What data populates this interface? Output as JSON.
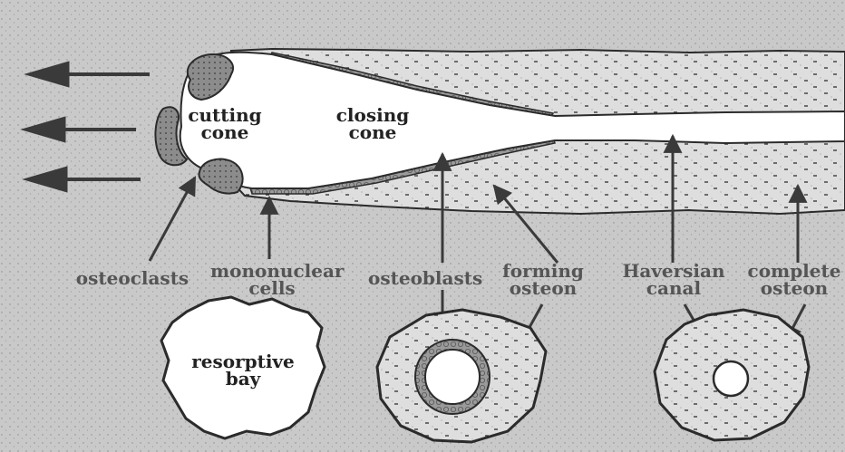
{
  "labels": {
    "cutting_cone": [
      "cutting",
      "cone"
    ],
    "closing_cone": [
      "closing",
      "cone"
    ],
    "osteoclasts": "osteoclasts",
    "mononuclear_cells": [
      "mononuclear",
      "cells"
    ],
    "osteoblasts": "osteoblasts",
    "forming_osteon": [
      "forming",
      "osteon"
    ],
    "haversian_canal": [
      "Haversian",
      "canal"
    ],
    "complete_osteon": [
      "complete",
      "osteon"
    ],
    "resorptive_bay": [
      "resorptive",
      "bay"
    ]
  },
  "colors": {
    "background": "#c9c9c9",
    "bone_band": "#dcdcdc",
    "canal": "#ffffff",
    "cells": "#8f8f8f",
    "outline": "#2b2b2b",
    "arrow": "#3a3a3a",
    "label": "#555555"
  },
  "icons": {
    "direction_arrows": "arrow-left-icon"
  }
}
